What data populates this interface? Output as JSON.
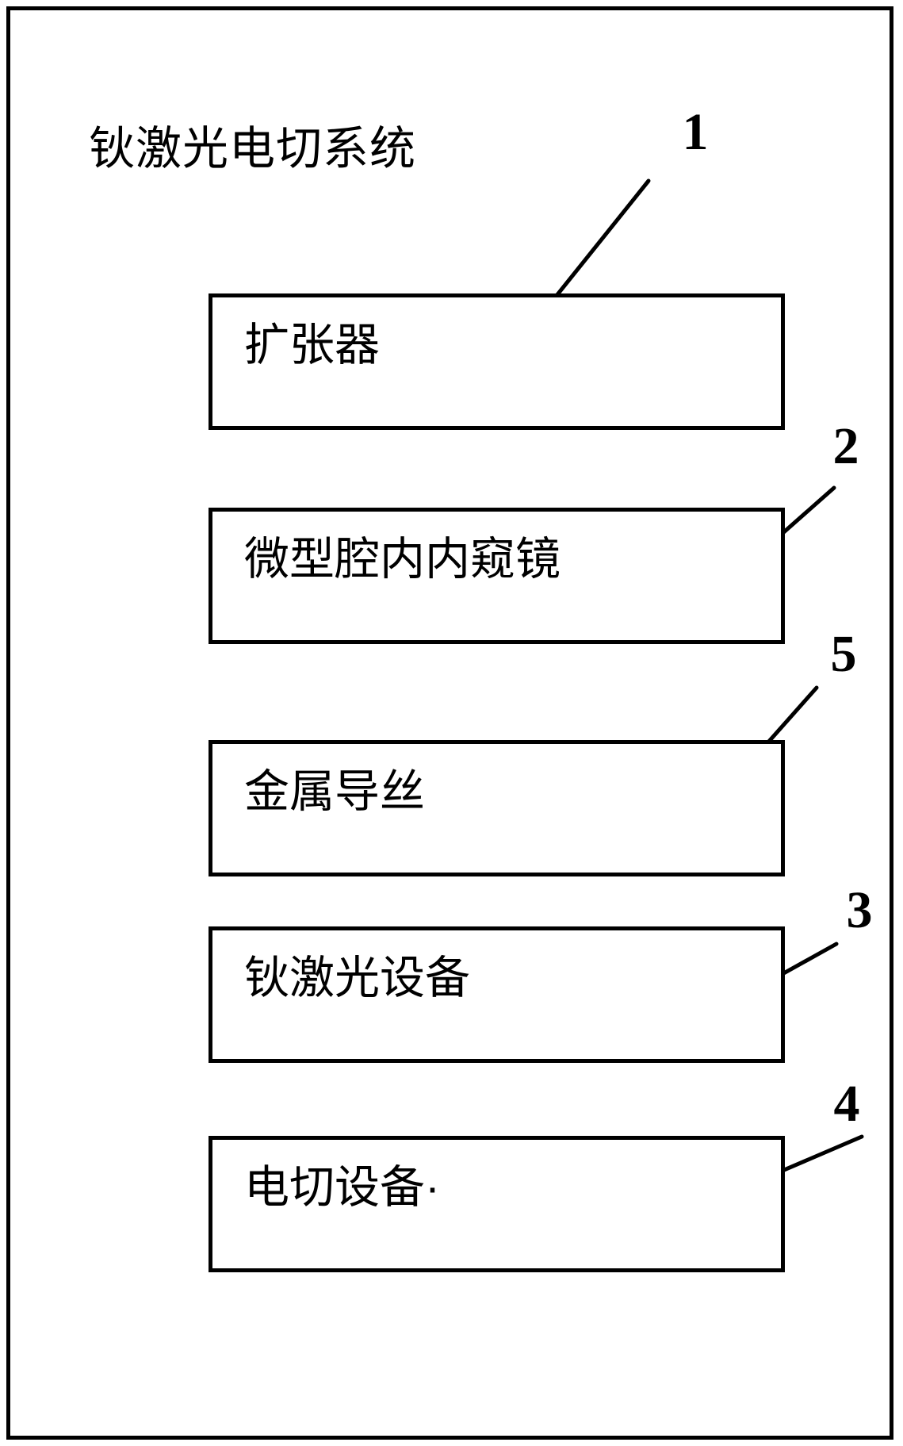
{
  "figure": {
    "title": "钬激光电切系统",
    "blocks": [
      {
        "label": "扩张器",
        "ref": "1"
      },
      {
        "label": "微型腔内内窥镜",
        "ref": "2"
      },
      {
        "label": "金属导丝",
        "ref": "5"
      },
      {
        "label": "钬激光设备",
        "ref": "3"
      },
      {
        "label": "电切设备·",
        "ref": "4"
      }
    ],
    "colors": {
      "ink": "#000000",
      "background": "#ffffff"
    }
  }
}
